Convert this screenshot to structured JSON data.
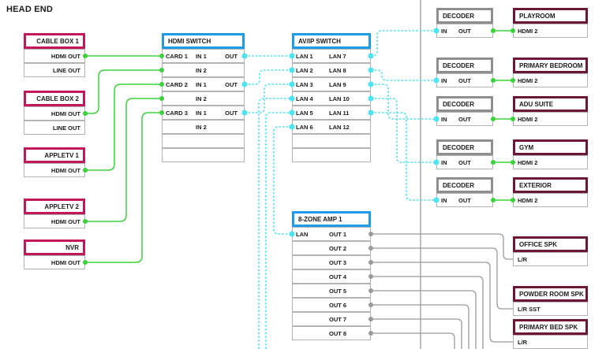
{
  "page": {
    "title": "HEAD END"
  },
  "colors": {
    "source_accent": "#c2175b",
    "switch_accent": "#1f9ce9",
    "decoder_accent": "#8e8e8e",
    "room_accent": "#6e1638",
    "video_wire": "#3bd33b",
    "network_wire": "#4ae4f2",
    "audio_wire": "#9a9a9a"
  },
  "head_end_devices": [
    {
      "title": "CABLE BOX 1",
      "ports": [
        "HDMI OUT",
        "LINE OUT"
      ]
    },
    {
      "title": "CABLE BOX 2",
      "ports": [
        "HDMI OUT",
        "LINE OUT"
      ]
    },
    {
      "title": "APPLETV 1",
      "ports": [
        "HDMI OUT"
      ]
    },
    {
      "title": "APPLETV 2",
      "ports": [
        "HDMI OUT"
      ]
    },
    {
      "title": "NVR",
      "ports": [
        "HDMI OUT"
      ]
    }
  ],
  "hdmi_switch": {
    "title": "HDMI SWITCH",
    "rows": [
      {
        "card": "CARD 1",
        "in": "IN 1",
        "out": "OUT"
      },
      {
        "card": "",
        "in": "IN 2",
        "out": ""
      },
      {
        "card": "CARD 2",
        "in": "IN 1",
        "out": "OUT"
      },
      {
        "card": "",
        "in": "IN 2",
        "out": ""
      },
      {
        "card": "CARD 3",
        "in": "IN 1",
        "out": "OUT"
      },
      {
        "card": "",
        "in": "IN 2",
        "out": ""
      },
      {
        "card": "",
        "in": "",
        "out": ""
      },
      {
        "card": "",
        "in": "",
        "out": ""
      }
    ]
  },
  "avip_switch": {
    "title": "AV/IP SWITCH",
    "rows": [
      {
        "left": "LAN 1",
        "right": "LAN 7"
      },
      {
        "left": "LAN 2",
        "right": "LAN 8"
      },
      {
        "left": "LAN 3",
        "right": "LAN 9"
      },
      {
        "left": "LAN 4",
        "right": "LAN 10"
      },
      {
        "left": "LAN 5",
        "right": "LAN 11"
      },
      {
        "left": "LAN 6",
        "right": "LAN 12"
      },
      {
        "left": "",
        "right": ""
      },
      {
        "left": "",
        "right": ""
      }
    ]
  },
  "amp": {
    "title": "8-ZONE AMP 1",
    "lan_label": "LAN",
    "outputs": [
      "OUT 1",
      "OUT 2",
      "OUT 3",
      "OUT 4",
      "OUT 5",
      "OUT 6",
      "OUT 7",
      "OUT 8"
    ]
  },
  "decoders": [
    {
      "title": "DECODER",
      "in_label": "IN",
      "out_label": "OUT"
    },
    {
      "title": "DECODER",
      "in_label": "IN",
      "out_label": "OUT"
    },
    {
      "title": "DECODER",
      "in_label": "IN",
      "out_label": "OUT"
    },
    {
      "title": "DECODER",
      "in_label": "IN",
      "out_label": "OUT"
    },
    {
      "title": "DECODER",
      "in_label": "IN",
      "out_label": "OUT"
    }
  ],
  "rooms": [
    {
      "title": "PLAYROOM",
      "port": "HDMI 2"
    },
    {
      "title": "PRIMARY BEDROOM",
      "port": "HDMI 2"
    },
    {
      "title": "ADU SUITE",
      "port": "HDMI 2"
    },
    {
      "title": "GYM",
      "port": "HDMI 2"
    },
    {
      "title": "EXTERIOR",
      "port": "HDMI 2"
    }
  ],
  "speakers": [
    {
      "title": "OFFICE SPK",
      "port": "L/R"
    },
    {
      "title": "POWDER ROOM SPK",
      "port": "L/R SST"
    },
    {
      "title": "PRIMARY BED SPK",
      "port": "L/R"
    }
  ]
}
